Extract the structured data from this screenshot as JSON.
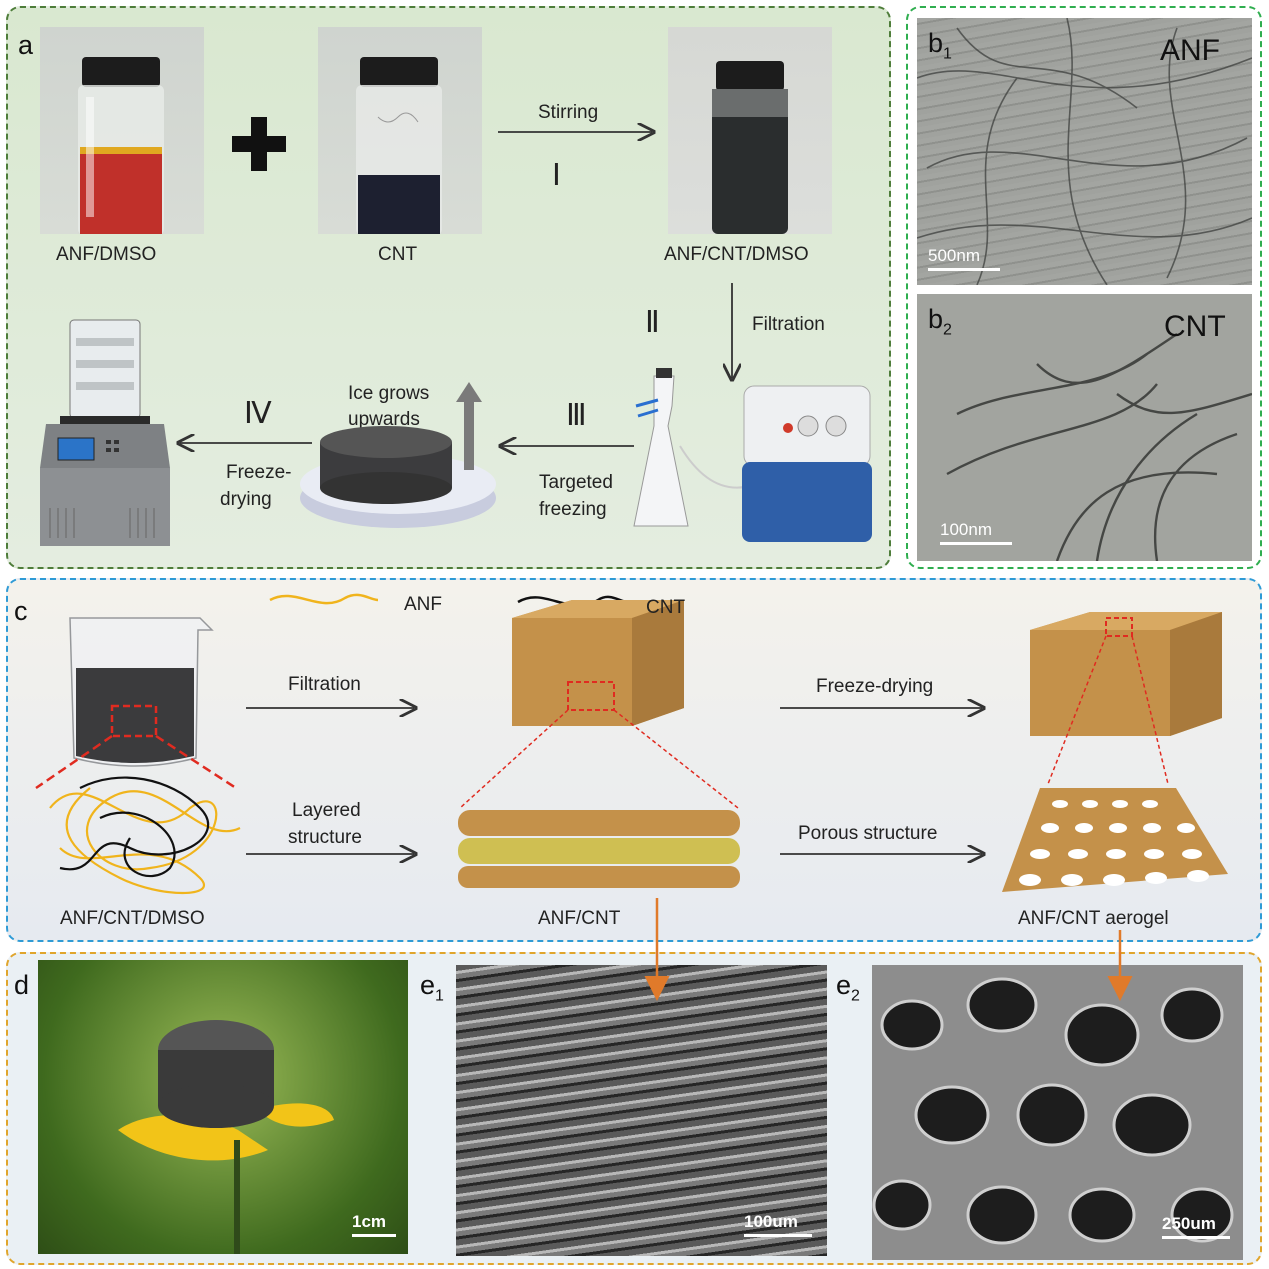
{
  "panel_a": {
    "label": "a",
    "vials": [
      "ANF/DMSO",
      "CNT",
      "ANF/CNT/DMSO"
    ],
    "steps": {
      "step1": {
        "numeral": "Ⅰ",
        "text": "Stirring"
      },
      "step2": {
        "numeral": "Ⅱ",
        "text": "Filtration"
      },
      "step3": {
        "numeral": "Ⅲ",
        "text_line1": "Targeted",
        "text_line2": "freezing"
      },
      "step4": {
        "numeral": "Ⅳ",
        "text_line1": "Freeze-",
        "text_line2": "drying"
      }
    },
    "ice_label_line1": "Ice grows",
    "ice_label_line2": "upwards"
  },
  "panel_b1": {
    "label": "b",
    "sub": "1",
    "title": "ANF",
    "scale": "500nm"
  },
  "panel_b2": {
    "label": "b",
    "sub": "2",
    "title": "CNT",
    "scale": "100nm"
  },
  "panel_c": {
    "label": "c",
    "legend": {
      "anf": "ANF",
      "cnt": "CNT"
    },
    "arrow_filtration": "Filtration",
    "arrow_freeze_drying": "Freeze-drying",
    "arrow_layered_line1": "Layered",
    "arrow_layered_line2": "structure",
    "arrow_porous": "Porous structure",
    "caption_left": "ANF/CNT/DMSO",
    "caption_mid": "ANF/CNT",
    "caption_right": "ANF/CNT aerogel"
  },
  "panel_d": {
    "label": "d",
    "scale": "1cm"
  },
  "panel_e1": {
    "label": "e",
    "sub": "1",
    "scale": "100um"
  },
  "panel_e2": {
    "label": "e",
    "sub": "2",
    "scale": "250um"
  },
  "colors": {
    "panel_a_border": "#4e7d3a",
    "panel_b_border": "#2fae4f",
    "panel_c_border": "#2f9bd6",
    "panel_de_border": "#e0a52c",
    "anf_fiber": "#f0b41c",
    "cnt_fiber": "#111111",
    "block": "#c4914a",
    "arrow_orange": "#e07a2a"
  }
}
